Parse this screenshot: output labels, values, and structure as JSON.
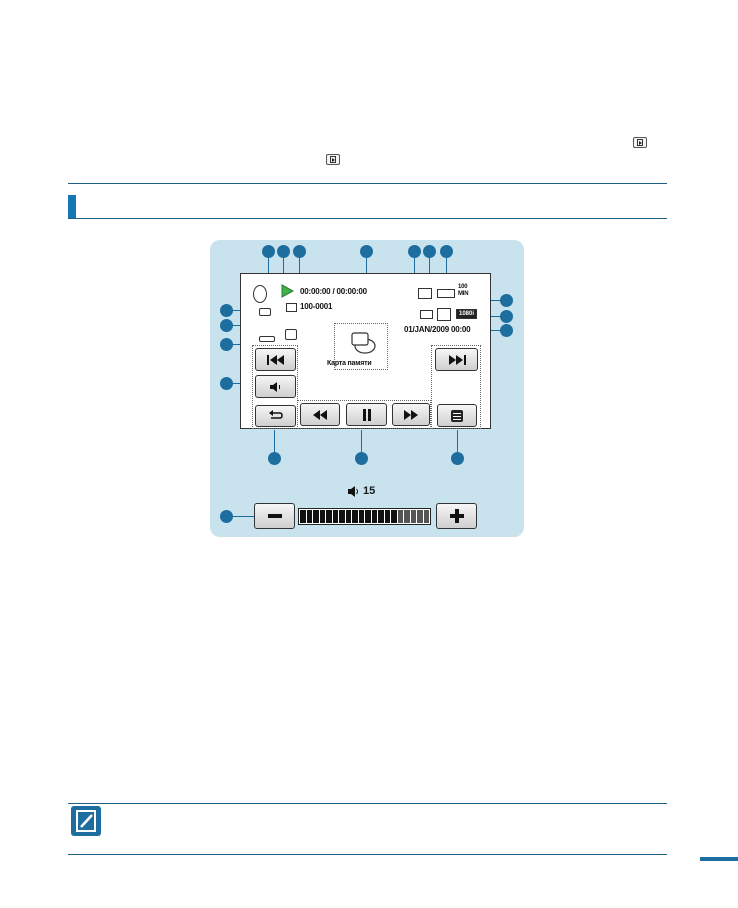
{
  "top_icons": [
    "play-mode-icon",
    "play-mode-icon"
  ],
  "screen": {
    "timecode": "00:00:00 / 00:00:00",
    "file_number": "100-0001",
    "center_caption": "Карта памяти",
    "date_time": "01/JAN/2009 00:00",
    "storage_label_1": "100",
    "storage_label_2": "MIN",
    "resolution_badge": "1080i"
  },
  "volume": {
    "label": "15",
    "level": 15,
    "max": 20
  },
  "colors": {
    "accent": "#1d6e9e",
    "panel": "#c8e2ee",
    "play_green": "#3fb24a"
  }
}
